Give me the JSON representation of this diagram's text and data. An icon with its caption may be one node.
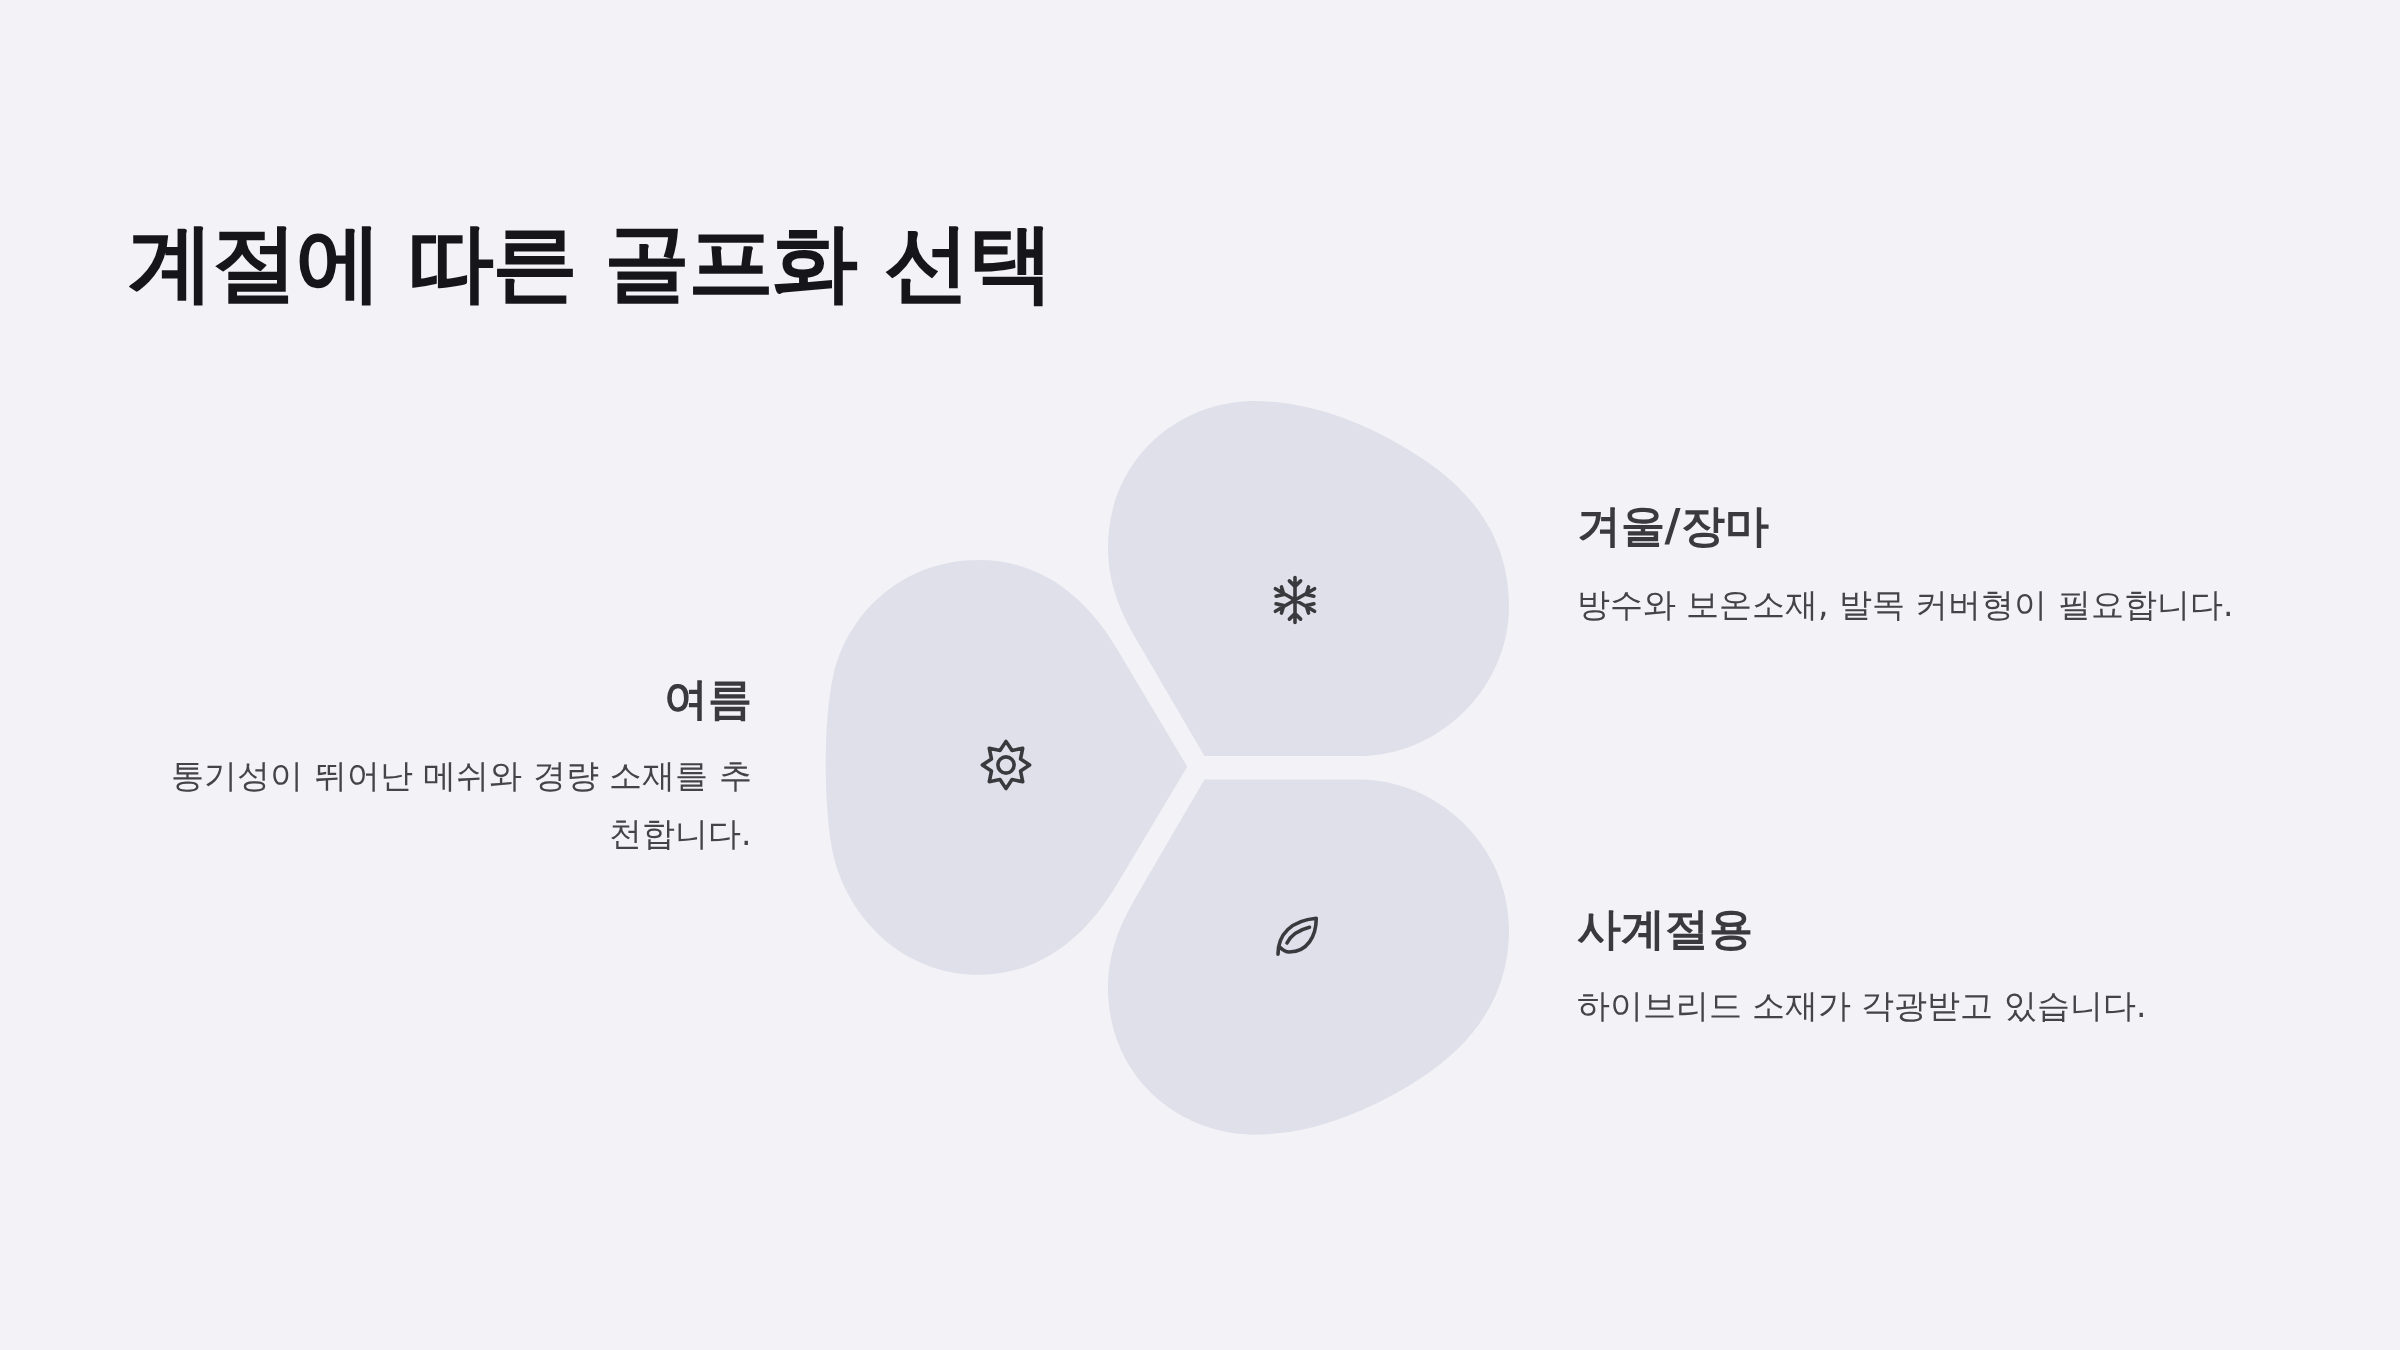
{
  "diagram": {
    "title": "계절에 따른 골프화 선택",
    "nodes": [
      {
        "text": [],
        "shape": "petal",
        "beside": [
          "겨울/장마",
          "방수와 보온소재, 발목 커버형이 필요합니다."
        ]
      },
      {
        "text": [],
        "shape": "petal",
        "beside": [
          "여름",
          "통기성이 뛰어난 메쉬와 경량 소재를 추천합니다."
        ]
      },
      {
        "text": [],
        "shape": "petal",
        "beside": [
          "사계절용",
          "하이브리드 소재가 각광받고 있습니다."
        ]
      }
    ]
  }
}
